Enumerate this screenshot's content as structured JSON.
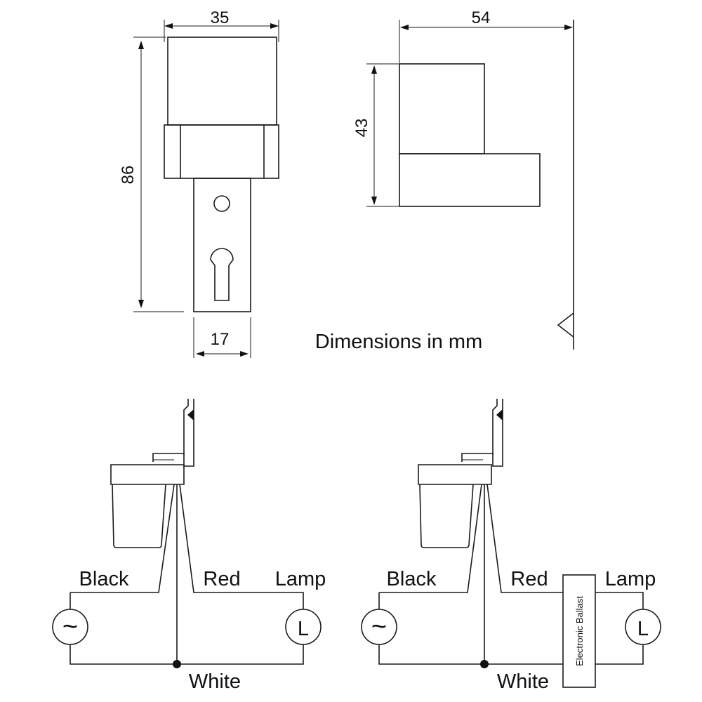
{
  "dimensions": {
    "width_front": "35",
    "width_side": "54",
    "height_total": "86",
    "height_side": "43",
    "width_bracket": "17",
    "note": "Dimensions in mm"
  },
  "wiring_left": {
    "black": "Black",
    "red": "Red",
    "lamp": "Lamp",
    "white": "White",
    "source_symbol": "~",
    "lamp_symbol": "L"
  },
  "wiring_right": {
    "black": "Black",
    "red": "Red",
    "lamp": "Lamp",
    "white": "White",
    "source_symbol": "~",
    "lamp_symbol": "L",
    "ballast": "Electronic Ballast"
  }
}
